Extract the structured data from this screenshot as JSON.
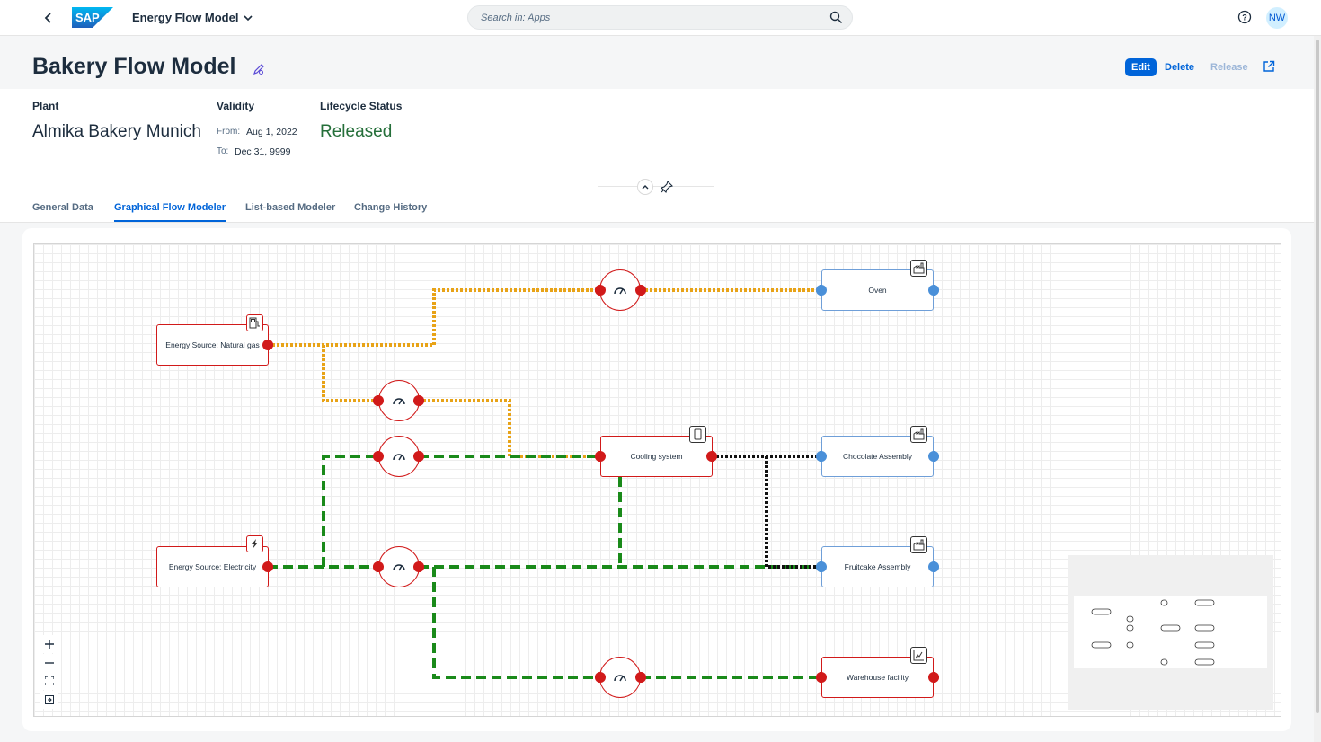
{
  "shell": {
    "app_title": "Energy Flow Model",
    "search_placeholder": "Search in: Apps",
    "user_initials": "NW",
    "brand_color": "#0064d9"
  },
  "header": {
    "title": "Bakery Flow Model",
    "actions": {
      "edit": "Edit",
      "delete": "Delete",
      "release": "Release"
    },
    "plant_label": "Plant",
    "plant_value": "Almika Bakery Munich",
    "validity_label": "Validity",
    "from_label": "From:",
    "from_value": "Aug 1, 2022",
    "to_label": "To:",
    "to_value": "Dec 31, 9999",
    "lifecycle_label": "Lifecycle Status",
    "lifecycle_value": "Released",
    "lifecycle_color": "#256f3a"
  },
  "tabs": [
    "General Data",
    "Graphical Flow Modeler",
    "List-based Modeler",
    "Change History"
  ],
  "active_tab": "Graphical Flow Modeler",
  "diagram": {
    "sources": {
      "gas": "Energy Source: Natural gas",
      "electricity": "Energy Source: Electricity"
    },
    "consumers": {
      "oven": "Oven",
      "cooling": "Cooling system",
      "chocolate": "Chocolate Assembly",
      "fruitcake": "Fruitcake Assembly",
      "warehouse": "Warehouse facility"
    },
    "flow_colors": {
      "gas": "#e8a317",
      "electricity": "#1a8a1a",
      "cooling": "#000000"
    },
    "meter_icon": "gauge-icon"
  },
  "zoom_controls": [
    "+",
    "−",
    "fit",
    "export"
  ]
}
